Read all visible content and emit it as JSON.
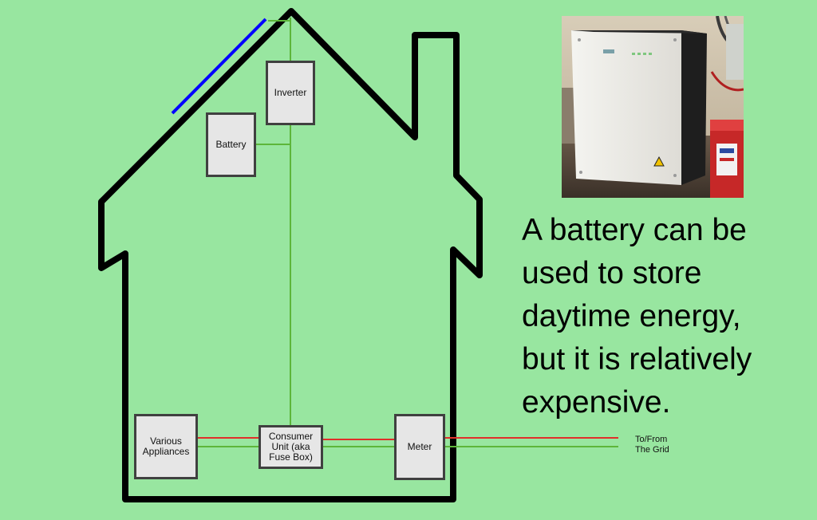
{
  "diagram": {
    "components": {
      "inverter": "Inverter",
      "battery": "Battery",
      "appliances": [
        "Various",
        "Appliances"
      ],
      "consumer_unit": [
        "Consumer",
        "Unit (aka",
        "Fuse Box)"
      ],
      "meter": "Meter"
    },
    "grid_label": [
      "To/From",
      "The Grid"
    ],
    "colors": {
      "background": "#98e6a0",
      "house_outline": "#000000",
      "solar_panel": "#0000ff",
      "dc_wire": "#5db63a",
      "live_wire": "#e0302a",
      "neutral_wire": "#5db63a",
      "box_fill": "#e6e6e6",
      "box_border": "#404040"
    }
  },
  "caption": {
    "lines": [
      "A battery can be",
      "used to store",
      "daytime energy,",
      "but it is relatively",
      "expensive."
    ]
  },
  "photo": {
    "subject": "wall-mounted home battery unit"
  }
}
